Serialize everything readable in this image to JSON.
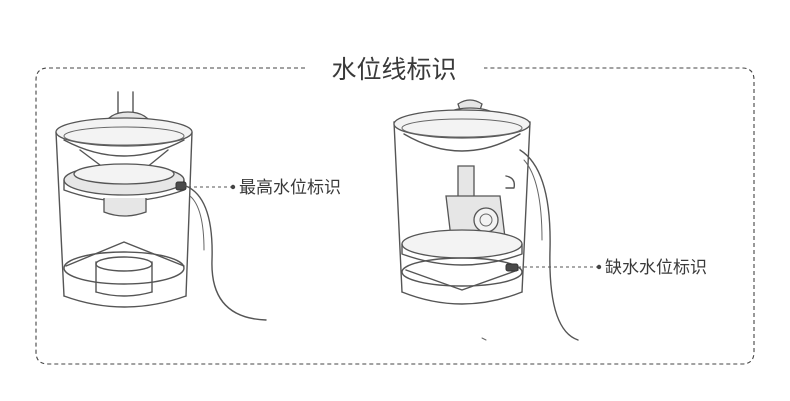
{
  "title": "水位线标识",
  "labels": {
    "max_water_level": "最高水位标识",
    "low_water_level": "缺水水位标识"
  }
}
